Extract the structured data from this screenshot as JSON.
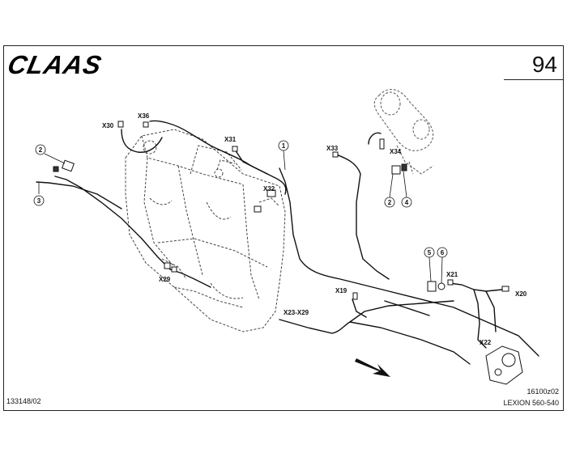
{
  "header": {
    "logo_text": "CLAAS",
    "page_number": "94"
  },
  "footer": {
    "doc_number": "133148/02",
    "drawing_code": "16100z02",
    "model_name": "LEXION 560-540"
  },
  "connectors": {
    "x30": "X30",
    "x36": "X36",
    "x31": "X31",
    "x32": "X32",
    "x33": "X33",
    "x34": "X34",
    "x29": "X29",
    "x23_x29": "X23-X29",
    "x19": "X19",
    "x21": "X21",
    "x20": "X20",
    "x22": "X22"
  },
  "callouts": {
    "c1": "1",
    "c2a": "2",
    "c2b": "2",
    "c3": "3",
    "c4": "4",
    "c5": "5",
    "c6": "6"
  }
}
